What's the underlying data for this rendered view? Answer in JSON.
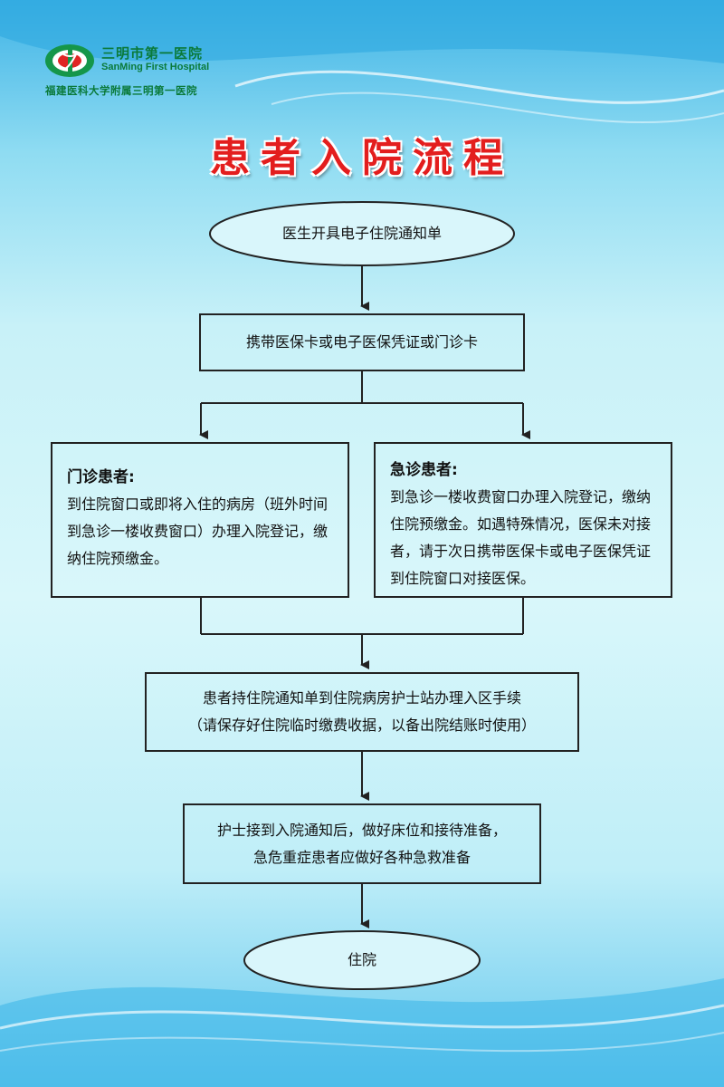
{
  "hospital": {
    "name_cn": "三明市第一医院",
    "name_en": "SanMing First Hospital",
    "affiliation": "福建医科大学附属三明第一医院"
  },
  "title": "患者入院流程",
  "flow": {
    "start": "医生开具电子住院通知单",
    "step1": "携带医保卡或电子医保凭证或门诊卡",
    "outpatient": {
      "heading": "门诊患者:",
      "body": "到住院窗口或即将入住的病房（班外时间到急诊一楼收费窗口）办理入院登记，缴纳住院预缴金。"
    },
    "emergency": {
      "heading": "急诊患者:",
      "body": "到急诊一楼收费窗口办理入院登记，缴纳住院预缴金。如遇特殊情况，医保未对接者，请于次日携带医保卡或电子医保凭证到住院窗口对接医保。"
    },
    "step3": {
      "line1": "患者持住院通知单到住院病房护士站办理入区手续",
      "line2": "（请保存好住院临时缴费收据，以备出院结账时使用）"
    },
    "step4": {
      "line1": "护士接到入院通知后，做好床位和接待准备，",
      "line2": "急危重症患者应做好各种急救准备"
    },
    "end": "住院"
  },
  "colors": {
    "title": "#e31e1e",
    "logo_green": "#0a7a3a",
    "line": "#222222"
  }
}
